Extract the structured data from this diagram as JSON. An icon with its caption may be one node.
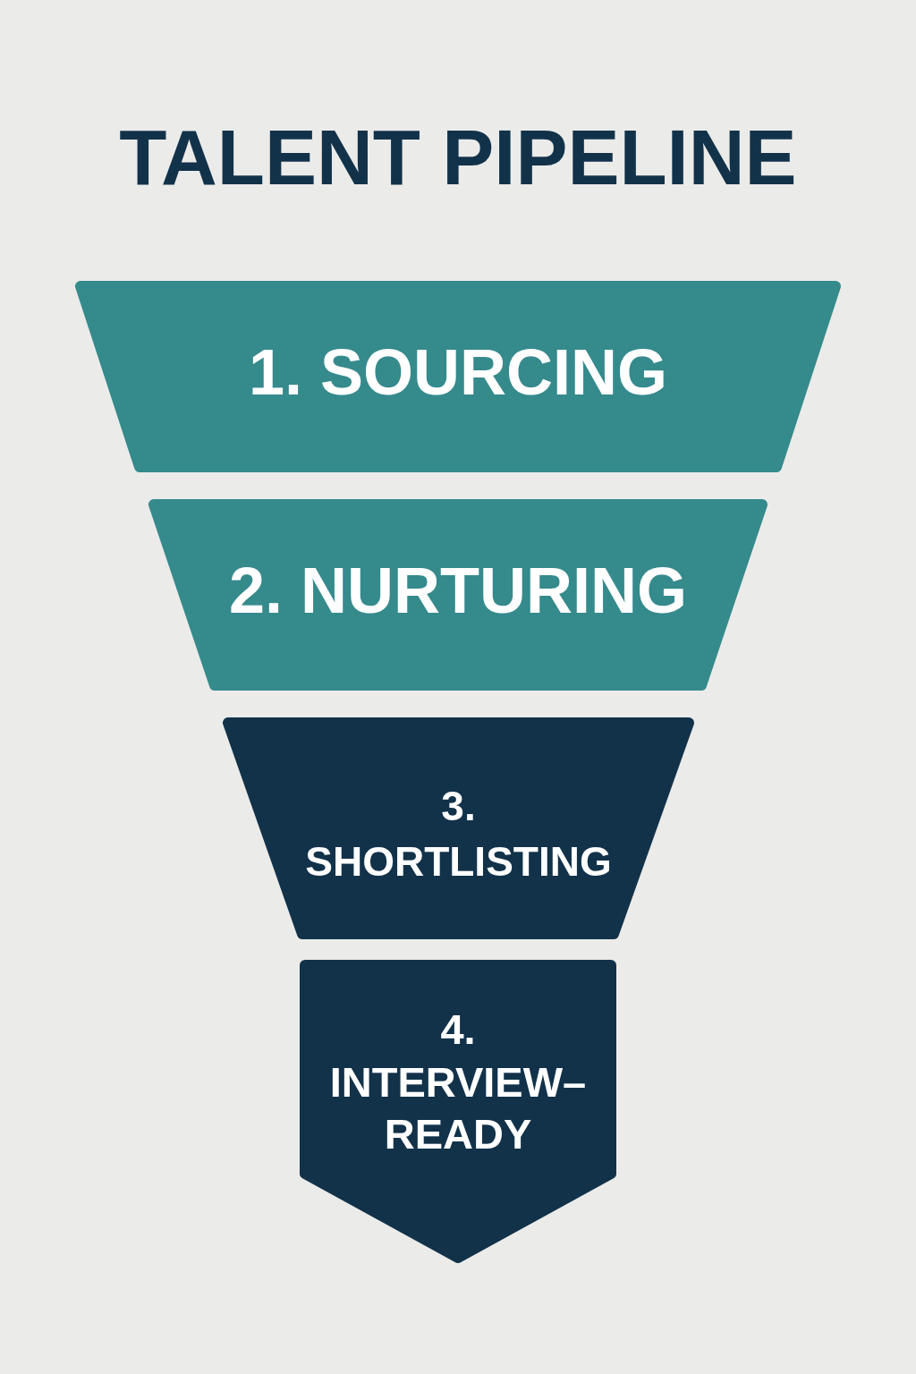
{
  "diagram": {
    "title": "TALENT PIPELINE",
    "nodes": [
      {
        "text": [
          "1. SOURCING"
        ]
      },
      {
        "text": [
          "2. NURTURING"
        ]
      },
      {
        "text": [
          "3. SHORTLISTING"
        ]
      },
      {
        "text": [
          "4. INTERVIEW–READY"
        ]
      }
    ]
  }
}
